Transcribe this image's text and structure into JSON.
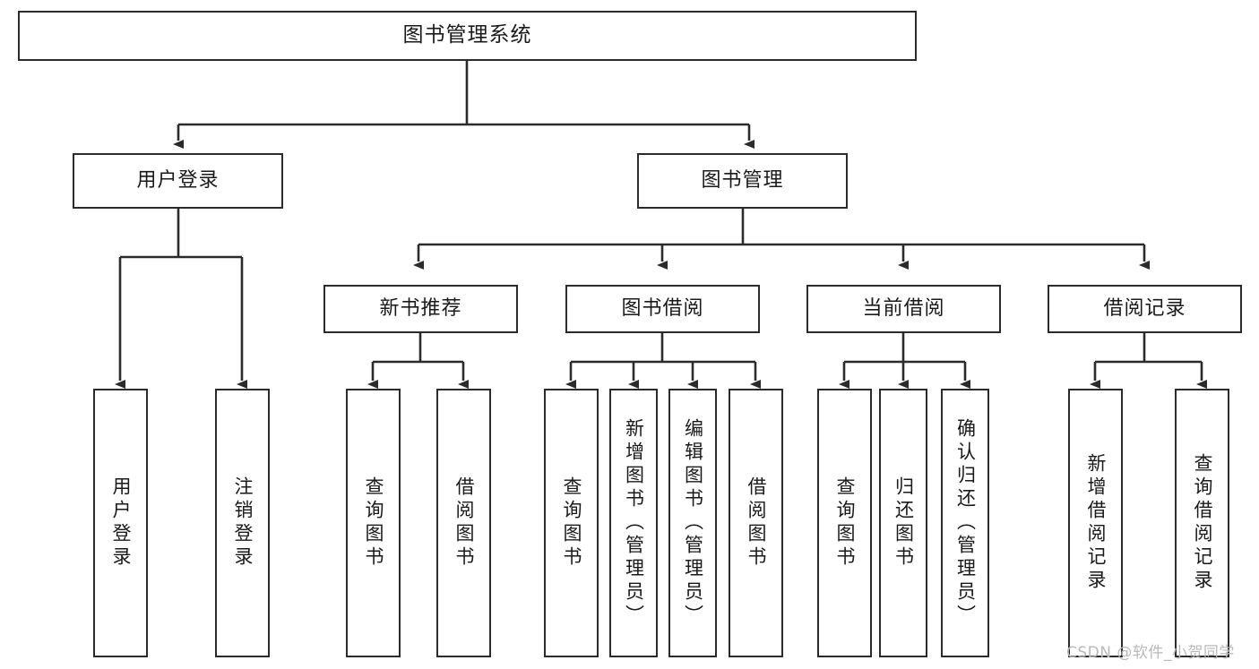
{
  "diagram": {
    "title": "图书管理系统",
    "type": "tree-hierarchy-diagram",
    "watermark": "CSDN @软件_小贺同学",
    "colors": {
      "node_border": "#2b2b2b",
      "node_fill": "#ffffff",
      "edge": "#2b2b2b",
      "text": "#1a1a1a",
      "watermark": "#b9b9b9",
      "background": "#ffffff"
    },
    "root": {
      "id": "root",
      "label": "图书管理系统"
    },
    "level1": [
      {
        "id": "user-login",
        "label": "用户登录"
      },
      {
        "id": "book-manage",
        "label": "图书管理"
      }
    ],
    "level2": [
      {
        "id": "new-book-recommend",
        "label": "新书推荐",
        "parent": "book-manage"
      },
      {
        "id": "book-borrow",
        "label": "图书借阅",
        "parent": "book-manage"
      },
      {
        "id": "current-borrow",
        "label": "当前借阅",
        "parent": "book-manage"
      },
      {
        "id": "borrow-record",
        "label": "借阅记录",
        "parent": "book-manage"
      }
    ],
    "leaves": [
      {
        "id": "leaf-user-login",
        "label": "用户登录",
        "parent": "user-login"
      },
      {
        "id": "leaf-user-logout",
        "label": "注销登录",
        "parent": "user-login"
      },
      {
        "id": "leaf-query-book-1",
        "label": "查询图书",
        "parent": "new-book-recommend"
      },
      {
        "id": "leaf-borrow-book-1",
        "label": "借阅图书",
        "parent": "new-book-recommend"
      },
      {
        "id": "leaf-query-book-2",
        "label": "查询图书",
        "parent": "book-borrow"
      },
      {
        "id": "leaf-add-book",
        "label": "新增图书（管理员）",
        "parent": "book-borrow"
      },
      {
        "id": "leaf-edit-book",
        "label": "编辑图书（管理员）",
        "parent": "book-borrow"
      },
      {
        "id": "leaf-borrow-book-2",
        "label": "借阅图书",
        "parent": "book-borrow"
      },
      {
        "id": "leaf-query-book-3",
        "label": "查询图书",
        "parent": "current-borrow"
      },
      {
        "id": "leaf-return-book",
        "label": "归还图书",
        "parent": "current-borrow"
      },
      {
        "id": "leaf-confirm-return",
        "label": "确认归还（管理员）",
        "parent": "current-borrow"
      },
      {
        "id": "leaf-add-record",
        "label": "新增借阅记录",
        "parent": "borrow-record"
      },
      {
        "id": "leaf-query-record",
        "label": "查询借阅记录",
        "parent": "borrow-record"
      }
    ]
  }
}
